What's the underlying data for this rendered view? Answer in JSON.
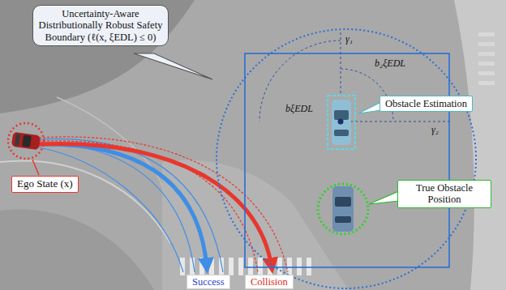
{
  "diagram": {
    "nodes": [
      {
        "text": [
          "Uncertainty-Aware Distributionally Robust Safety Boundary (ℓ(x, ξEDL) ≤ 0)"
        ]
      },
      {
        "text": [
          "Ego State (x)"
        ]
      },
      {
        "text": [
          "Obstacle Estimation"
        ]
      },
      {
        "text": [
          "True Obstacle Position"
        ]
      },
      {
        "text": [
          "Success"
        ]
      },
      {
        "text": [
          "Collision"
        ]
      }
    ],
    "labels": [
      "γ₁",
      "γ₂",
      "bξEDL",
      "b₂ξEDL"
    ]
  }
}
